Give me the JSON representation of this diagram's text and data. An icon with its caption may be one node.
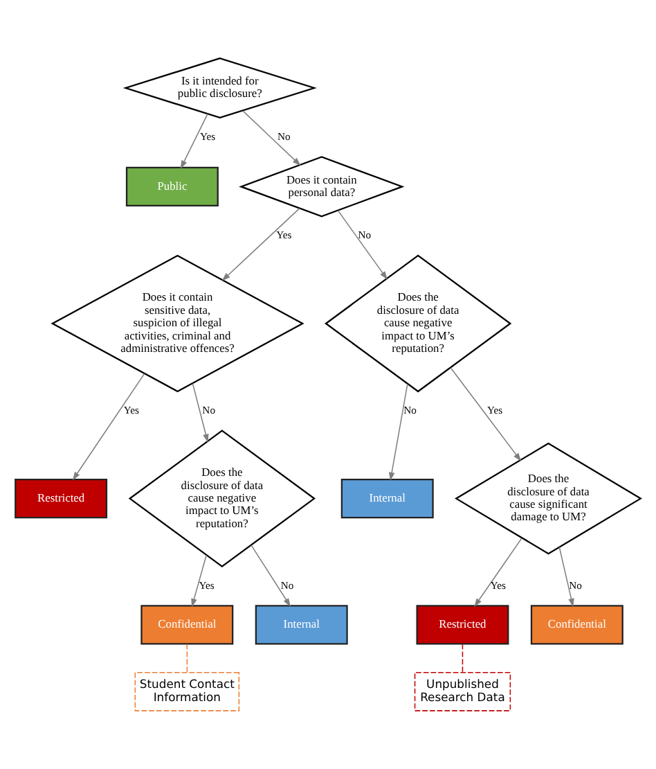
{
  "diagram": {
    "nodes": [
      {
        "text": [
          "Is it intended for public disclosure?"
        ]
      },
      {
        "text": [
          "Public"
        ]
      },
      {
        "text": [
          "Does it contain personal data?"
        ]
      },
      {
        "text": [
          "Does it contain sensitive data, suspicion of illegal activities, criminal and administrative offences?"
        ]
      },
      {
        "text": [
          "Does the disclosure of data cause negative impact to UM’s reputation?"
        ]
      },
      {
        "text": [
          "Restricted"
        ]
      },
      {
        "text": [
          "Internal"
        ]
      },
      {
        "text": [
          "Does the disclosure of data cause negative impact to UM’s reputation?"
        ]
      },
      {
        "text": [
          "Does the disclosure of data cause significant damage to UM?"
        ]
      },
      {
        "text": [
          "Confidential"
        ]
      },
      {
        "text": [
          "Internal"
        ]
      },
      {
        "text": [
          "Restricted"
        ]
      },
      {
        "text": [
          "Confidential"
        ]
      },
      {
        "text": [
          "Student Contact Information"
        ]
      },
      {
        "text": [
          "Unpublished Research Data"
        ]
      }
    ],
    "edges": [
      {
        "from": 0,
        "to": 1,
        "arrow": "to",
        "label": "Yes"
      },
      {
        "from": 0,
        "to": 2,
        "arrow": "to",
        "label": "No"
      },
      {
        "from": 2,
        "to": 3,
        "arrow": "to",
        "label": "Yes"
      },
      {
        "from": 2,
        "to": 4,
        "arrow": "to",
        "label": "No"
      },
      {
        "from": 3,
        "to": 5,
        "arrow": "to",
        "label": "Yes"
      },
      {
        "from": 3,
        "to": 7,
        "arrow": "to",
        "label": "No"
      },
      {
        "from": 4,
        "to": 8,
        "arrow": "to",
        "label": "Yes"
      },
      {
        "from": 4,
        "to": 6,
        "arrow": "to",
        "label": "No"
      },
      {
        "from": 7,
        "to": 9,
        "arrow": "to",
        "label": "Yes"
      },
      {
        "from": 7,
        "to": 10,
        "arrow": "to",
        "label": "No"
      },
      {
        "from": 8,
        "to": 11,
        "arrow": "to",
        "label": "Yes"
      },
      {
        "from": 8,
        "to": 12,
        "arrow": "to",
        "label": "No"
      },
      {
        "from": 9,
        "to": 13,
        "arrow": "none",
        "style": "dashed",
        "color": "#ed7d31"
      },
      {
        "from": 11,
        "to": 14,
        "arrow": "none",
        "style": "dashed",
        "color": "#c00000"
      }
    ]
  }
}
